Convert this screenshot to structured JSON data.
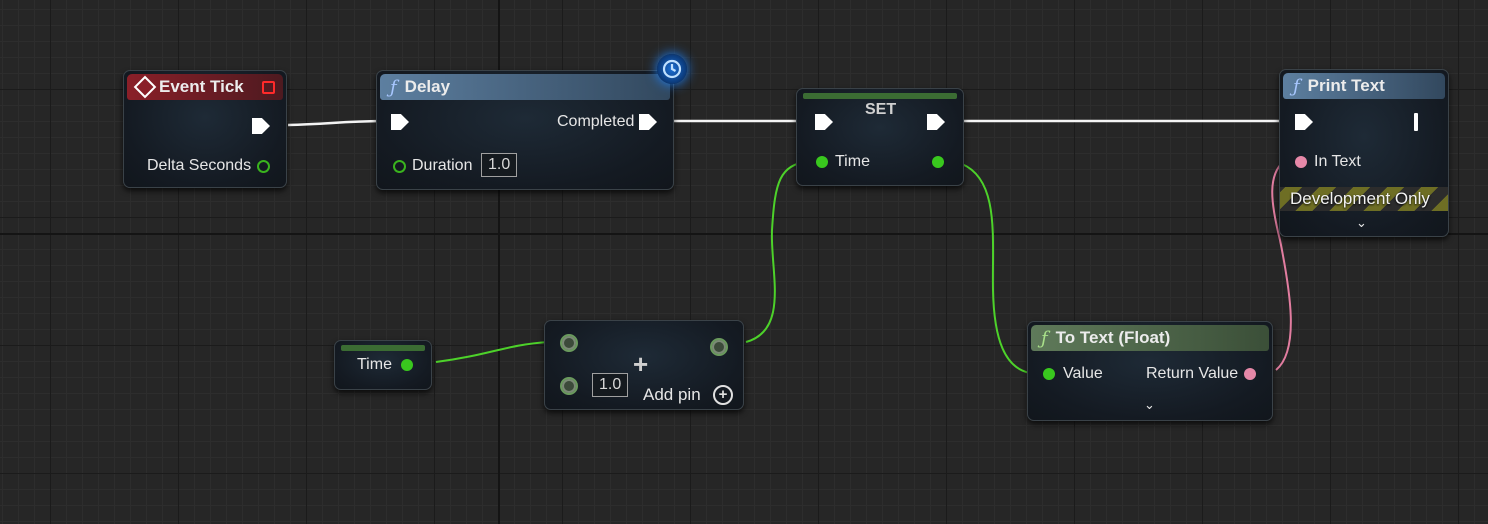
{
  "colors": {
    "exec_wire": "#ffffff",
    "float_wire": "#4dd22a",
    "text_wire": "#e27da0",
    "function_header": "#5d7fa0",
    "event_header": "#8a1f28",
    "pure_header": "#5f7a5a"
  },
  "nodes": {
    "event_tick": {
      "icon": "event-diamond-icon",
      "title": "Event Tick",
      "delta_label": "Delta Seconds"
    },
    "delay": {
      "icon": "function-icon",
      "title": "Delay",
      "completed_label": "Completed",
      "duration_label": "Duration",
      "duration_value": "1.0",
      "latent_badge_icon": "clock-icon"
    },
    "set": {
      "title": "SET",
      "var_label": "Time"
    },
    "print_text": {
      "icon": "function-icon",
      "title": "Print Text",
      "in_text_label": "In Text",
      "dev_only_label": "Development Only"
    },
    "time_getter": {
      "label": "Time"
    },
    "add": {
      "operator": "+",
      "b_value": "1.0",
      "add_pin_label": "Add pin",
      "add_pin_icon": "plus-circle-icon"
    },
    "to_text": {
      "icon": "function-icon",
      "title": "To Text (Float)",
      "value_label": "Value",
      "return_label": "Return Value"
    }
  }
}
